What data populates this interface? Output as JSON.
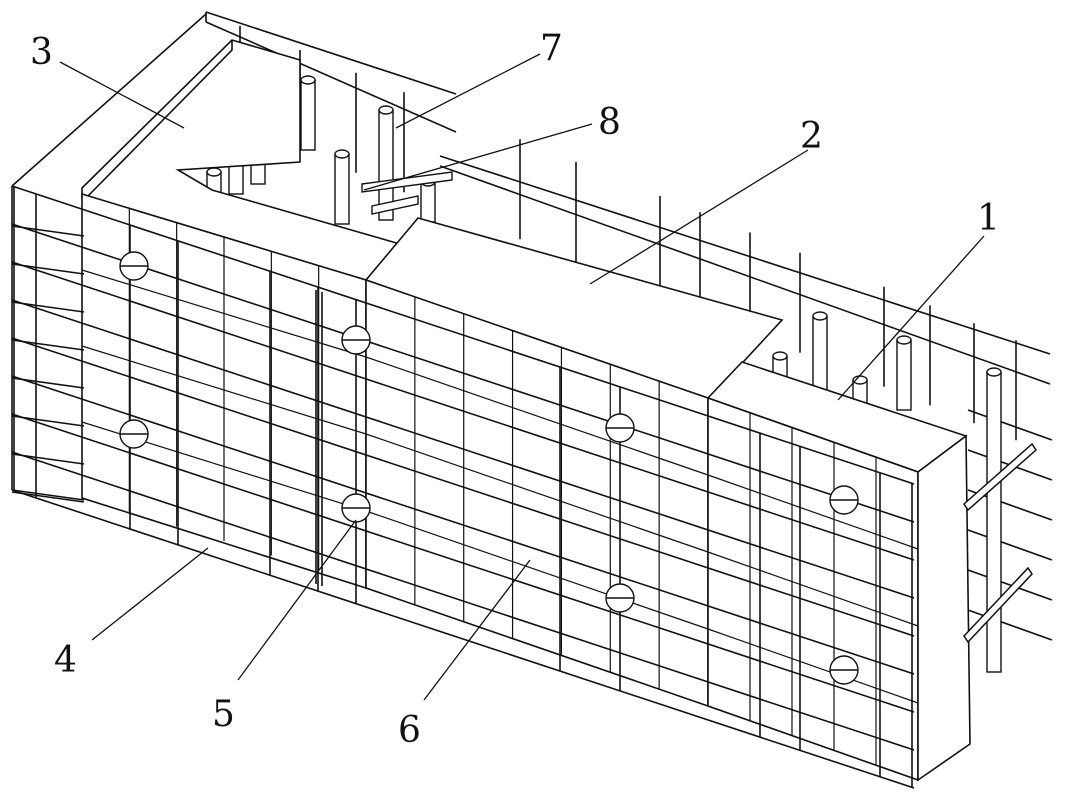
{
  "callouts": [
    {
      "number": "1"
    },
    {
      "number": "2"
    },
    {
      "number": "3"
    },
    {
      "number": "4"
    },
    {
      "number": "5"
    },
    {
      "number": "6"
    },
    {
      "number": "7"
    },
    {
      "number": "8"
    }
  ],
  "colors": {
    "ink": "#111111",
    "panel_face": "#ffffff",
    "background": "#ffffff"
  }
}
